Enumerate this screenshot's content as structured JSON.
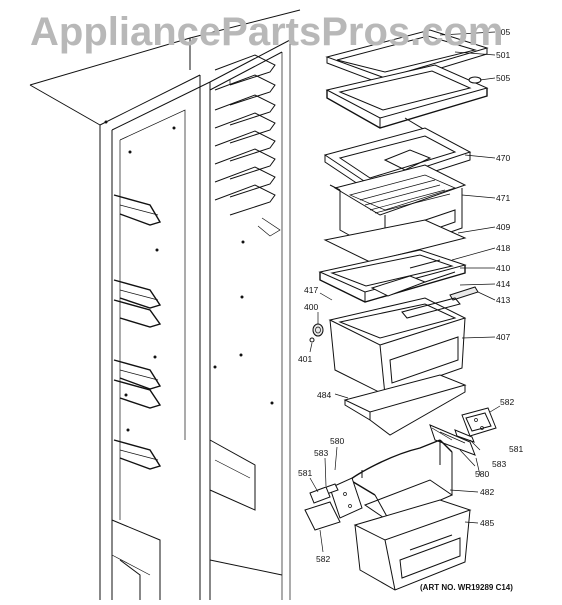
{
  "watermark": "AppliancePartsPros.com",
  "art_number": "(ART NO. WR19289 C14)",
  "callouts": [
    {
      "id": "505",
      "label": "505"
    },
    {
      "id": "501",
      "label": "501"
    },
    {
      "id": "505b",
      "label": "505"
    },
    {
      "id": "470",
      "label": "470"
    },
    {
      "id": "471",
      "label": "471"
    },
    {
      "id": "409",
      "label": "409"
    },
    {
      "id": "418",
      "label": "418"
    },
    {
      "id": "410",
      "label": "410"
    },
    {
      "id": "417",
      "label": "417"
    },
    {
      "id": "414",
      "label": "414"
    },
    {
      "id": "400",
      "label": "400"
    },
    {
      "id": "413",
      "label": "413"
    },
    {
      "id": "407",
      "label": "407"
    },
    {
      "id": "401",
      "label": "401"
    },
    {
      "id": "484",
      "label": "484"
    },
    {
      "id": "582",
      "label": "582"
    },
    {
      "id": "580",
      "label": "580"
    },
    {
      "id": "581",
      "label": "581"
    },
    {
      "id": "583",
      "label": "583"
    },
    {
      "id": "580b",
      "label": "580"
    },
    {
      "id": "583b",
      "label": "583"
    },
    {
      "id": "581b",
      "label": "581"
    },
    {
      "id": "482",
      "label": "482"
    },
    {
      "id": "485",
      "label": "485"
    },
    {
      "id": "582b",
      "label": "582"
    }
  ]
}
